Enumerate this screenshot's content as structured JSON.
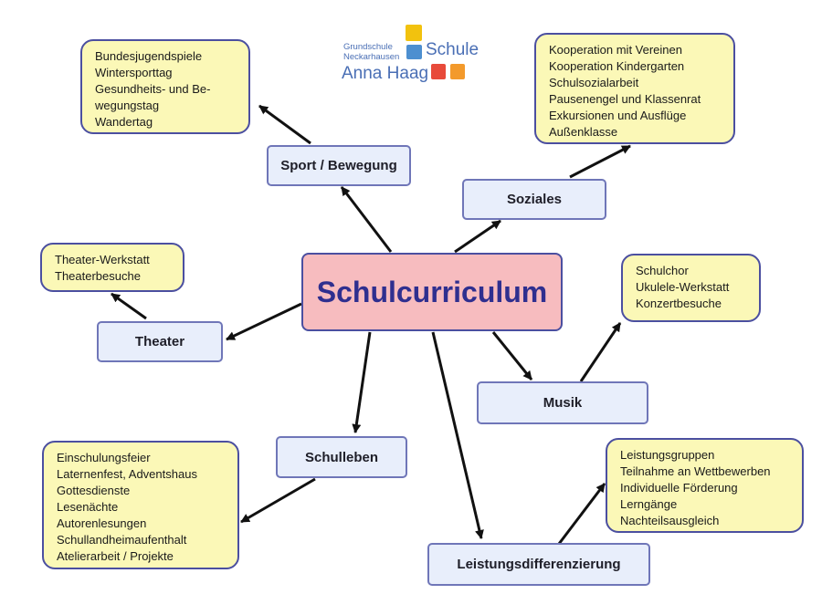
{
  "logo": {
    "line1": "Grundschule",
    "line2": "Neckarhausen",
    "school": "Schule",
    "name": "Anna Haag"
  },
  "center": {
    "label": "Schulcurriculum"
  },
  "nodes": {
    "sport": {
      "label": "Sport / Bewegung"
    },
    "soziales": {
      "label": "Soziales"
    },
    "theater": {
      "label": "Theater"
    },
    "musik": {
      "label": "Musik"
    },
    "schulleben": {
      "label": "Schulleben"
    },
    "leistung": {
      "label": "Leistungsdifferenzierung"
    }
  },
  "notes": {
    "sport": [
      "Bundesjugendspiele",
      "Wintersporttag",
      "Gesundheits- und Be-",
      "wegungstag",
      "Wandertag"
    ],
    "soziales": [
      "Kooperation mit Vereinen",
      "Kooperation Kindergarten",
      "Schulsozialarbeit",
      "Pausenengel und Klassenrat",
      "Exkursionen und Ausflüge",
      "Außenklasse"
    ],
    "theater": [
      "Theater-Werkstatt",
      "Theaterbesuche"
    ],
    "musik": [
      "Schulchor",
      "Ukulele-Werkstatt",
      "Konzertbesuche"
    ],
    "schulleben": [
      "Einschulungsfeier",
      "Laternenfest, Adventshaus",
      "Gottesdienste",
      "Lesenächte",
      "Autorenlesungen",
      "Schullandheimaufenthalt",
      "Atelierarbeit / Projekte"
    ],
    "leistung": [
      "Leistungsgruppen",
      "Teilnahme an Wettbewerben",
      "Individuelle Förderung",
      "Lerngänge",
      "Nachteilsausgleich"
    ]
  },
  "colors": {
    "center_fill": "#f7bcbf",
    "center_text": "#2f2f8f",
    "node_fill": "#e8eefb",
    "note_fill": "#fbf8b7",
    "border": "#4b4fa0",
    "arrow": "#111111"
  }
}
